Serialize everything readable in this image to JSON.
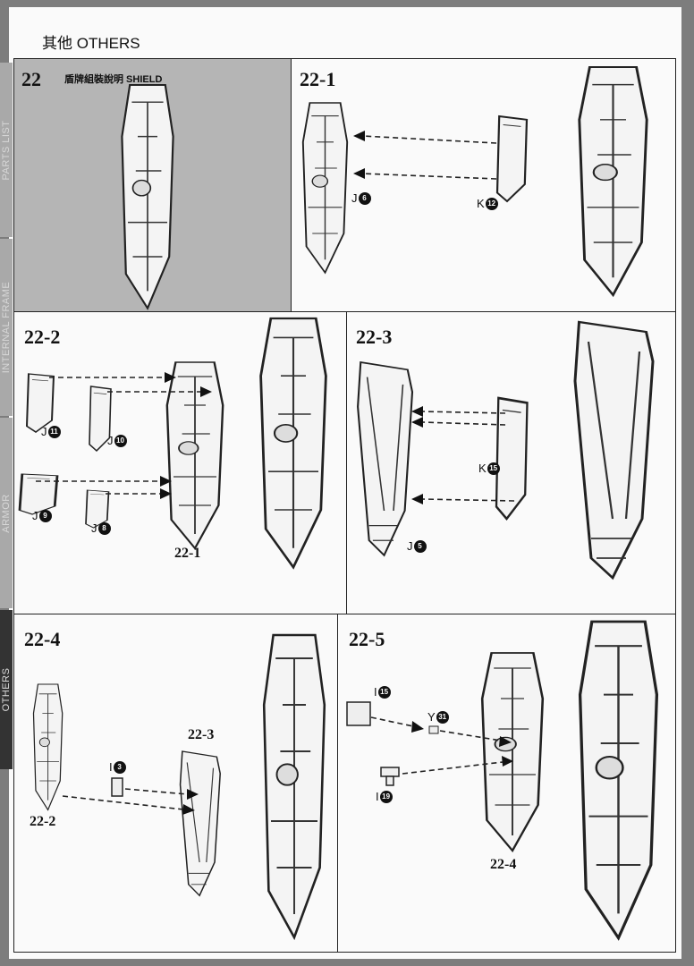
{
  "header": {
    "title": "其他 OTHERS"
  },
  "side_tabs": [
    {
      "label": "PARTS LIST",
      "active": false
    },
    {
      "label": "INTERNAL FRAME",
      "active": false
    },
    {
      "label": "ARMOR",
      "active": false
    },
    {
      "label": "OTHERS",
      "active": true
    }
  ],
  "steps": {
    "main": {
      "number": "22",
      "heading": "盾牌組裝說明 SHIELD"
    },
    "s1": {
      "label": "22-1",
      "parts": [
        {
          "letter": "J",
          "num": "6"
        },
        {
          "letter": "K",
          "num": "12"
        }
      ]
    },
    "s2": {
      "label": "22-2",
      "ref": "22-1",
      "parts": [
        {
          "letter": "J",
          "num": "11"
        },
        {
          "letter": "J",
          "num": "10"
        },
        {
          "letter": "J",
          "num": "9"
        },
        {
          "letter": "J",
          "num": "8"
        }
      ]
    },
    "s3": {
      "label": "22-3",
      "parts": [
        {
          "letter": "K",
          "num": "15"
        },
        {
          "letter": "J",
          "num": "5"
        }
      ]
    },
    "s4": {
      "label": "22-4",
      "ref_a": "22-3",
      "ref_b": "22-2",
      "parts": [
        {
          "letter": "I",
          "num": "3"
        }
      ]
    },
    "s5": {
      "label": "22-5",
      "ref": "22-4",
      "parts": [
        {
          "letter": "I",
          "num": "15"
        },
        {
          "letter": "Y",
          "num": "31"
        },
        {
          "letter": "I",
          "num": "19"
        }
      ]
    }
  }
}
